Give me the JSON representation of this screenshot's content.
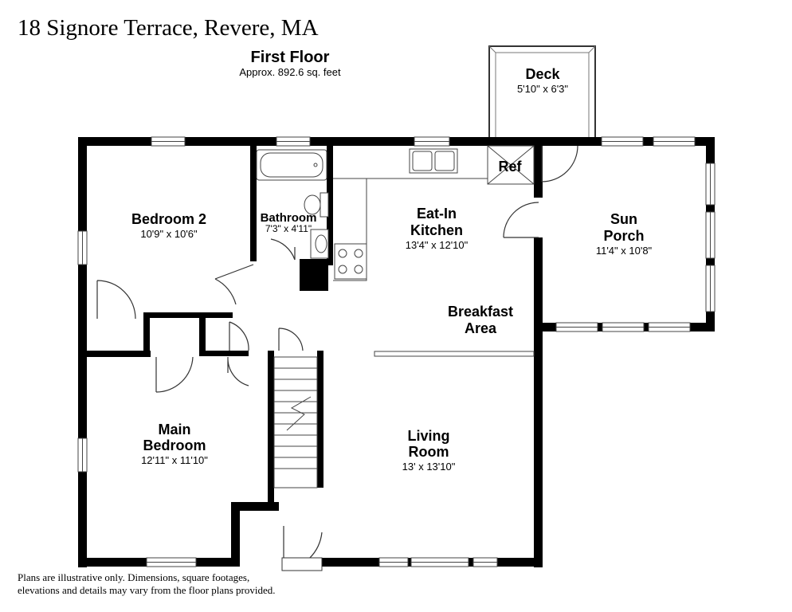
{
  "title": "18 Signore Terrace, Revere, MA",
  "floor": {
    "name": "First Floor",
    "area": "Approx. 892.6 sq. feet"
  },
  "rooms": {
    "deck": {
      "name": "Deck",
      "dims": "5'10\" x 6'3\""
    },
    "bedroom2": {
      "name": "Bedroom 2",
      "dims": "10'9\" x 10'6\""
    },
    "bathroom": {
      "name": "Bathroom",
      "dims": "7'3\" x 4'11\""
    },
    "kitchen": {
      "name_line1": "Eat-In",
      "name_line2": "Kitchen",
      "dims": "13'4\" x 12'10\""
    },
    "sunporch": {
      "name_line1": "Sun",
      "name_line2": "Porch",
      "dims": "11'4\" x 10'8\""
    },
    "breakfast": {
      "name_line1": "Breakfast",
      "name_line2": "Area"
    },
    "main_bedroom": {
      "name_line1": "Main",
      "name_line2": "Bedroom",
      "dims": "12'11\" x 11'10\""
    },
    "living": {
      "name_line1": "Living",
      "name_line2": "Room",
      "dims": "13' x 13'10\""
    },
    "ref": "Ref"
  },
  "disclaimer": {
    "line1": "Plans are illustrative only. Dimensions, square footages,",
    "line2": "elevations and details may vary from the floor plans provided."
  }
}
